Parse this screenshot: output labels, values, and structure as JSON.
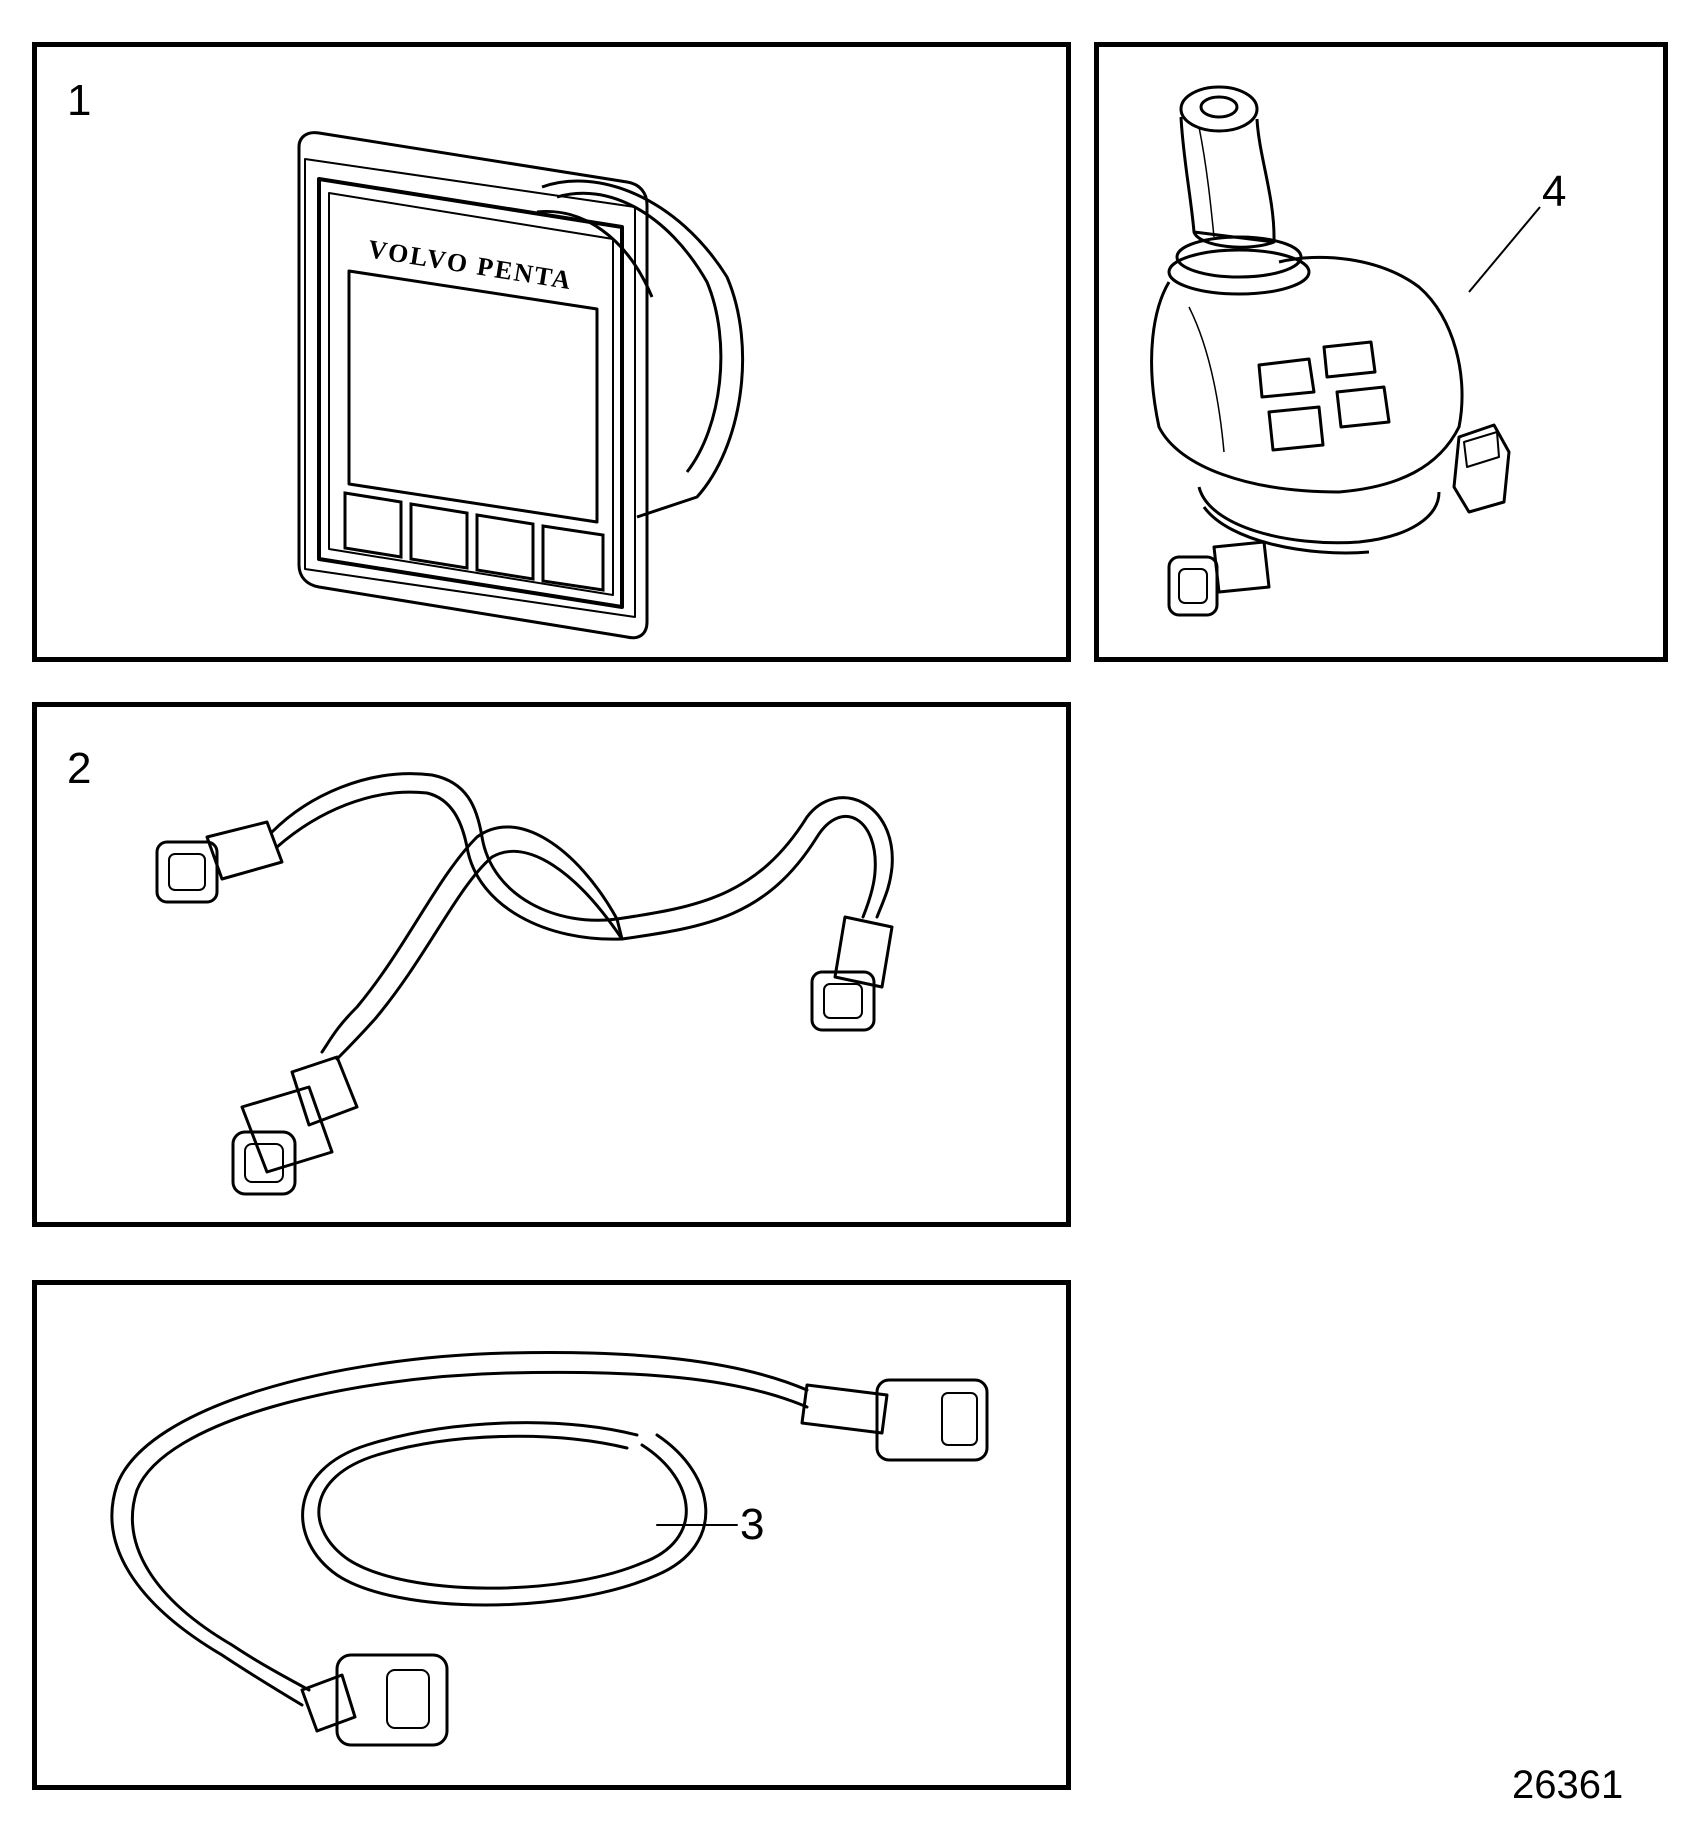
{
  "figure_number": "26361",
  "panels": [
    {
      "label": "1",
      "brand_text": "VOLVO PENTA"
    },
    {
      "label": "2"
    },
    {
      "label": "3"
    },
    {
      "label": "4"
    }
  ]
}
